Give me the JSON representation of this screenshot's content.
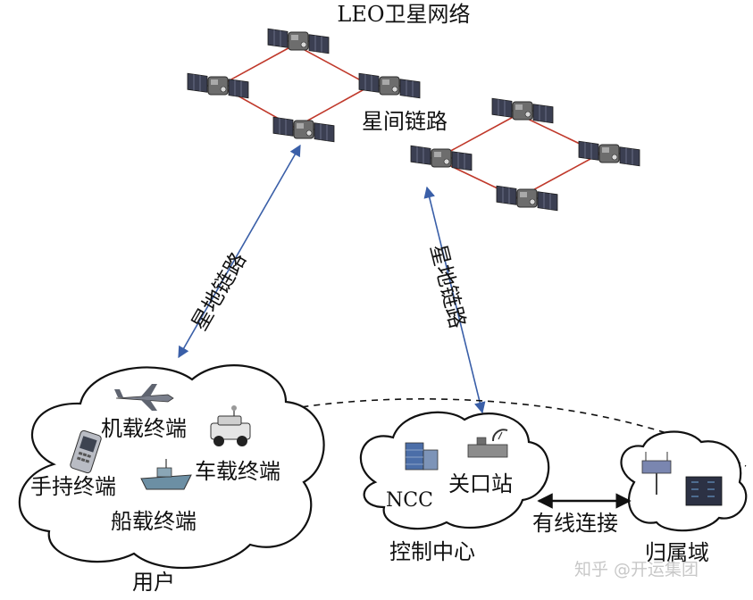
{
  "network": {
    "title": "LEO卫星网络",
    "isl_label": "星间链路",
    "gsl_label_left": "星地链路",
    "gsl_label_right": "星地链路"
  },
  "users": {
    "group_label": "用户",
    "airborne": "机载终端",
    "handheld": "手持终端",
    "vehicle": "车载终端",
    "ship": "船载终端"
  },
  "control": {
    "group_label": "控制中心",
    "ncc": "NCC",
    "gateway": "关口站"
  },
  "home": {
    "group_label": "归属域",
    "wired_label": "有线连接"
  },
  "watermark": "知乎 @开运集团",
  "colors": {
    "isl": "#c0392b",
    "gsl": "#3a5fa8"
  }
}
